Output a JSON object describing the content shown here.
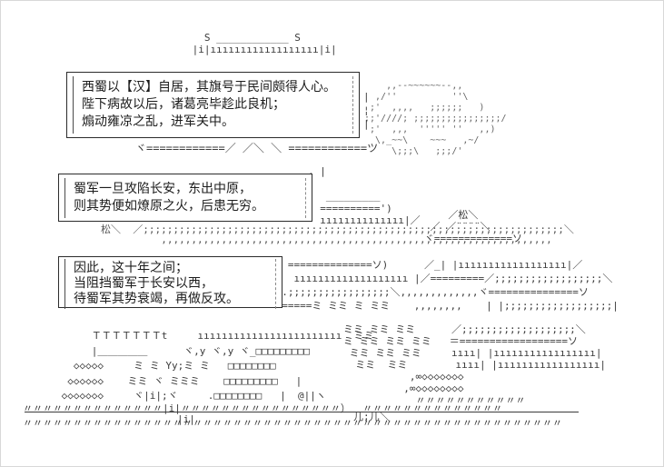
{
  "scene_title": "ascii-art-strategy-scene",
  "dialogue_boxes": [
    {
      "name": "narration-box-1",
      "lines": [
        "西蜀以【汉】自居，其旗号于民间颇得人心。",
        "陛下病故以后，诸葛亮毕趁此良机；",
        "煽动雍凉之乱，进军关中。"
      ]
    },
    {
      "name": "narration-box-2",
      "lines": [
        "蜀军一旦攻陷长安，东出中原，",
        "则其势便如燎原之火，后患无穷。"
      ]
    },
    {
      "name": "narration-box-3",
      "lines": [
        "因此，这十年之间；",
        "当阻挡蜀军于长安以西，",
        "待蜀军其势衰竭，再做反攻。"
      ]
    }
  ],
  "labels": {
    "pine_left": "松",
    "pine_right": "松"
  },
  "art": {
    "top_banner": [
      "   S ____________ S",
      " |i|ıııııııııııııııııı|i|"
    ],
    "cloud": [
      "    ,,--~~~~~~--,,",
      "  ,/''          ''\\",
      " ;'  ,,,,   ;;;;;;   )",
      ";;'////; ;;;;;;;;;;;;;;;;/",
      " ;'  ,,,  ''''' ''   ,,)",
      "  \\,_~~\\    ~~~   ,~/",
      "     \\;;;\\   ;;;/'"
    ],
    "box1_side_bars": [
      "|",
      "¦",
      "|"
    ],
    "hill_row": "ヾ============／ ／＼ ＼ ============ツ",
    "box2_side": [
      ". |",
      "",
      "   _________",
      "  ==========')",
      "  ıııııııııııııı|／"
    ],
    "pine_left_row": [
      "松＼  ／;;;;;;;;;;;;;;;;;;;;;;;;;;;;;;;;;;;;;;;;;;;;;;;;;;;;;;;;;;;;;;;;;;;;;;＼",
      "          ,,,,,,,,,,,,,,,,,,,,,,,,,,,,,,,,,,,,,,,,,,,,,,,,,,,,,,,,,,,,,,,,,"
    ],
    "pine_right_top": [
      "       ／松＼",
      "    ／ ／¨¨¨¨＼",
      "   ヾ=============ソ"
    ],
    "forest_mid": [
      "|  ==============ソ)      ／_| |ıııııııııııııııııı|／",
      "|   ııııııııııııııııııı |／=========／;;;;;;;;;;;;;;;;;;＼",
      "| .;;;;;;;;;;;;;;;;;＼,,,,,,,,,,,,,ヾ===============ソ",
      "=======ミ ミミ ミ ミミ    ,,,,,,,,    | |;;;;;;;;;;;;;;;;;;|"
    ],
    "left_grove": [
      "      ＴＴＴＴＴＴＴt     ıııııııııııııııııııııııı  ミミ",
      "      |＿＿＿＿＿      ヾ,y ヾ,y ヾ_□□□□□□□□□",
      "   ◇◇◇◇◇     ミ ミ Yy;ミ ミ   □□□□□□□□",
      "  ◇◇◇◇◇◇    ミミ ヾ ミミミ    □□□□□□□□□   |",
      " ◇◇◇◇◇◇◇     ヾ|i|;ヾ     .□□□□□□□□   |  @||ヽ"
    ],
    "right_tree": [
      "ミミ ミミ ミミ      ／;;;;;;;;;;;;;;;;;;;＼",
      "ミ ミミ ミミ ミミ   ＝==================ソ",
      " ミミ ミミ ミミ     ıııı| |ııııııııııııııııı|",
      "  ミミ  ミミ        ıııı| |ııııııııııııııııı|",
      "           ,∞◇◇◇◇◇◇◇",
      "          ,∞◇◇◇◇◇◇◇◇",
      "            〃〃〃〃〃〃〃〃〃〃〃"
    ],
    "ground_row1": "〃〃〃〃〃〃〃〃〃〃〃〃〃〃|i|〃〃〃〃〃〃〃〃〃〃〃〃〃〃〃〃）  〃〃〃〃〃〃〃〃〃〃〃〃〃〃",
    "trunk_left": "|i|",
    "roots_mid": "儿;儿＼",
    "ground_row2": "〃〃〃〃〃〃〃〃〃〃〃〃〃〃〃〃〃〃〃〃〃〃〃〃〃〃〃〃〃〃〃〃〃〃〃〃〃〃〃〃〃〃〃〃〃〃〃〃〃〃〃〃〃〃"
  }
}
